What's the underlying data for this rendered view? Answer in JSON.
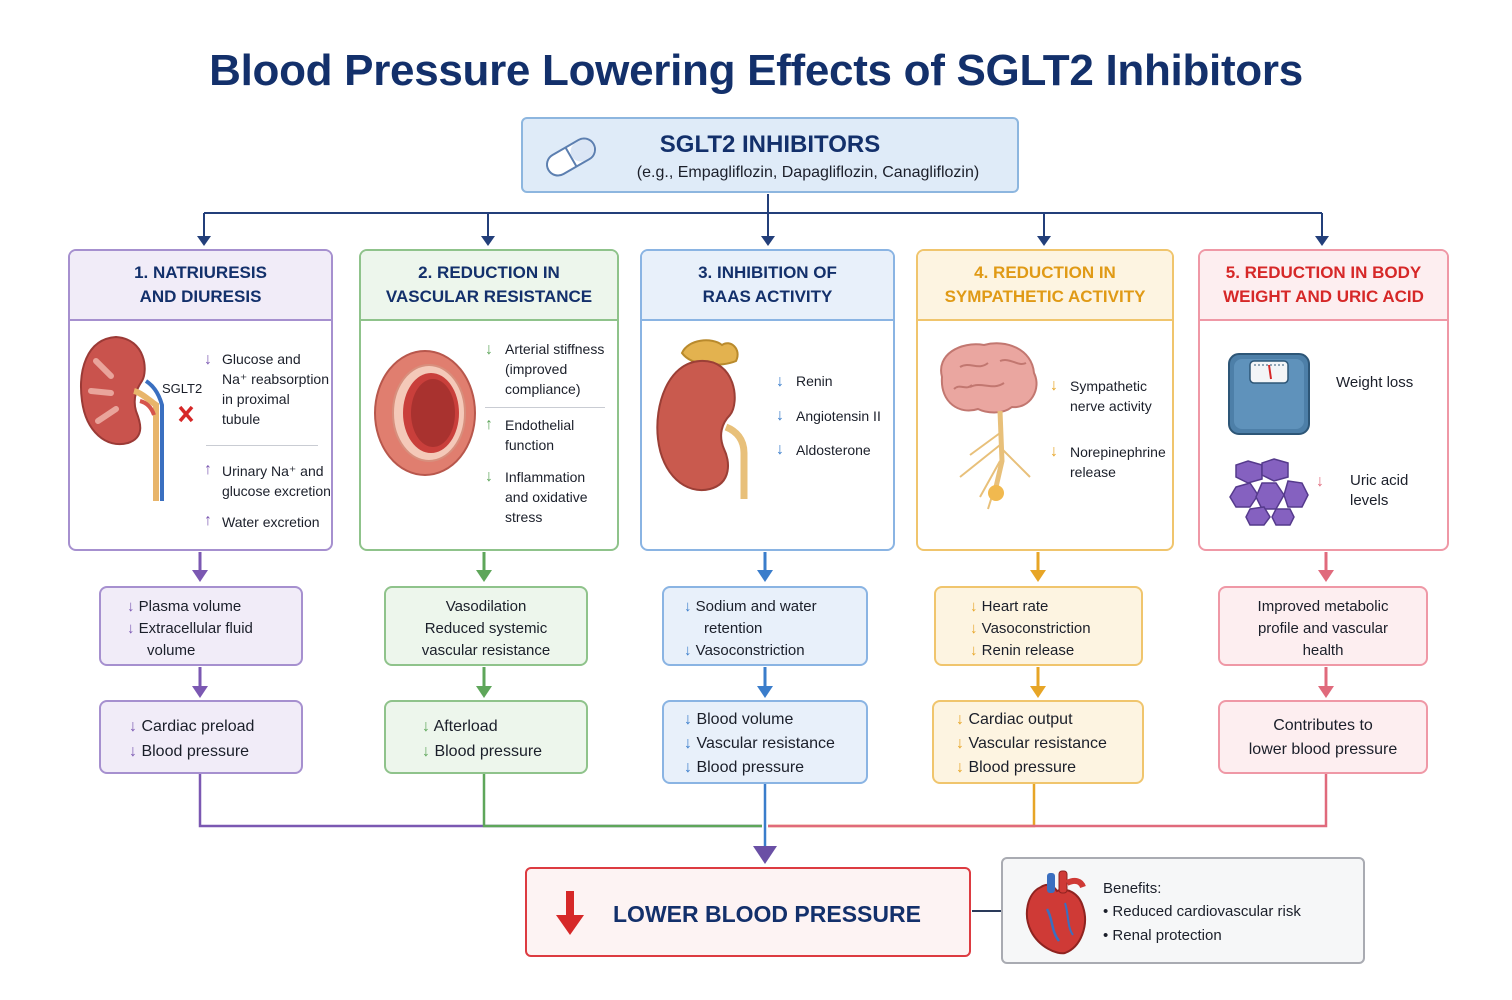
{
  "title": "Blood Pressure Lowering Effects of SGLT2 Inhibitors",
  "drug": {
    "name": "SGLT2 INHIBITORS",
    "examples": "(e.g., Empagliflozin, Dapagliflozin, Canagliflozin)"
  },
  "colors": {
    "navy": "#13306b",
    "purple": "#7b58b2",
    "green": "#5ea65a",
    "blue": "#3a7dcb",
    "orange": "#e7a526",
    "pink": "#e06a7c",
    "red": "#d62828"
  },
  "mechanisms": [
    {
      "title_l1": "1. NATRIURESIS",
      "title_l2": "AND DIURESIS",
      "icon": "kidney-sglt2-icon",
      "icon_label": "SGLT2",
      "items": [
        {
          "arrow": "↓",
          "lines": [
            "Glucose and",
            "Na⁺ reabsorption",
            "in proximal",
            "tubule"
          ]
        },
        {
          "arrow": "↑",
          "lines": [
            "Urinary Na⁺ and",
            "glucose excretion"
          ]
        },
        {
          "arrow": "↑",
          "lines": [
            "Water excretion"
          ]
        }
      ],
      "effect1": [
        {
          "arrow": "↓",
          "text": "Plasma volume"
        },
        {
          "arrow": "↓",
          "text": "Extracellular fluid"
        },
        {
          "arrow": "",
          "text": "volume"
        }
      ],
      "effect2": [
        {
          "arrow": "↓",
          "text": "Cardiac preload"
        },
        {
          "arrow": "↓",
          "text": "Blood pressure"
        }
      ]
    },
    {
      "title_l1": "2. REDUCTION IN",
      "title_l2": "VASCULAR RESISTANCE",
      "icon": "blood-vessel-icon",
      "items": [
        {
          "arrow": "↓",
          "lines": [
            "Arterial stiffness",
            "(improved",
            "compliance)"
          ]
        },
        {
          "arrow": "↑",
          "lines": [
            "Endothelial",
            "function"
          ]
        },
        {
          "arrow": "↓",
          "lines": [
            "Inflammation",
            "and oxidative",
            "stress"
          ]
        }
      ],
      "effect1": [
        {
          "arrow": "",
          "text": "Vasodilation"
        },
        {
          "arrow": "",
          "text": "Reduced systemic"
        },
        {
          "arrow": "",
          "text": "vascular resistance"
        }
      ],
      "effect2": [
        {
          "arrow": "↓",
          "text": "Afterload"
        },
        {
          "arrow": "↓",
          "text": "Blood pressure"
        }
      ]
    },
    {
      "title_l1": "3. INHIBITION OF",
      "title_l2": "RAAS ACTIVITY",
      "icon": "kidney-adrenal-icon",
      "items": [
        {
          "arrow": "↓",
          "lines": [
            "Renin"
          ]
        },
        {
          "arrow": "↓",
          "lines": [
            "Angiotensin II"
          ]
        },
        {
          "arrow": "↓",
          "lines": [
            "Aldosterone"
          ]
        }
      ],
      "effect1": [
        {
          "arrow": "↓",
          "text": "Sodium and water"
        },
        {
          "arrow": "",
          "text": "retention"
        },
        {
          "arrow": "↓",
          "text": "Vasoconstriction"
        }
      ],
      "effect2": [
        {
          "arrow": "↓",
          "text": "Blood volume"
        },
        {
          "arrow": "↓",
          "text": "Vascular resistance"
        },
        {
          "arrow": "↓",
          "text": "Blood pressure"
        }
      ]
    },
    {
      "title_l1": "4. REDUCTION IN",
      "title_l2": "SYMPATHETIC ACTIVITY",
      "icon": "brain-nerves-icon",
      "items": [
        {
          "arrow": "↓",
          "lines": [
            "Sympathetic",
            "nerve activity"
          ]
        },
        {
          "arrow": "↓",
          "lines": [
            "Norepinephrine",
            "release"
          ]
        }
      ],
      "effect1": [
        {
          "arrow": "↓",
          "text": "Heart rate"
        },
        {
          "arrow": "↓",
          "text": "Vasoconstriction"
        },
        {
          "arrow": "↓",
          "text": "Renin release"
        }
      ],
      "effect2": [
        {
          "arrow": "↓",
          "text": "Cardiac output"
        },
        {
          "arrow": "↓",
          "text": "Vascular resistance"
        },
        {
          "arrow": "↓",
          "text": "Blood pressure"
        }
      ]
    },
    {
      "title_l1": "5. REDUCTION IN BODY",
      "title_l2": "WEIGHT AND URIC ACID",
      "icon": "weight-scale-icon",
      "icon2": "uric-acid-crystals-icon",
      "items": [
        {
          "arrow": "",
          "lines": [
            "Weight loss"
          ]
        },
        {
          "arrow": "↓",
          "lines": [
            "Uric acid",
            "levels"
          ]
        }
      ],
      "effect1": [
        {
          "arrow": "",
          "text": "Improved metabolic"
        },
        {
          "arrow": "",
          "text": "profile and vascular"
        },
        {
          "arrow": "",
          "text": "health"
        }
      ],
      "effect2": [
        {
          "arrow": "",
          "text": "Contributes to"
        },
        {
          "arrow": "",
          "text": "lower blood pressure"
        }
      ]
    }
  ],
  "outcome": {
    "label": "LOWER BLOOD PRESSURE",
    "icon": "down-arrow-icon"
  },
  "benefits": {
    "heading": "Benefits:",
    "items": [
      "Reduced cardiovascular risk",
      "Renal protection"
    ],
    "icon": "heart-icon"
  }
}
